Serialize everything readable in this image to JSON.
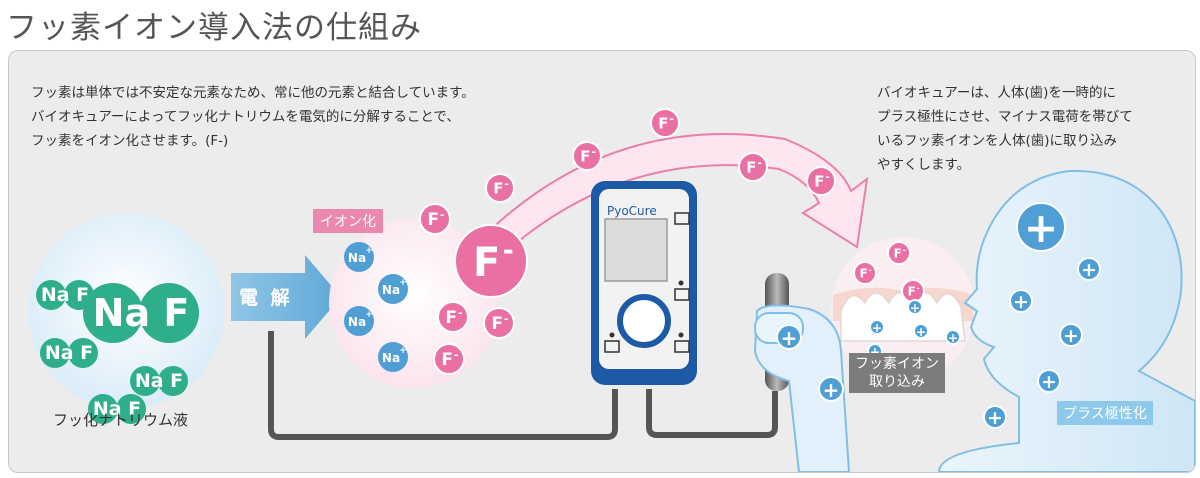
{
  "title": "フッ素イオン導入法の仕組み",
  "left_text": [
    "フッ素は単体では不安定な元素なため、常に他の元素と結合しています。",
    "バイオキュアーによってフッ化ナトリウムを電気的に分解することで、",
    "フッ素をイオン化させます。(F-)"
  ],
  "right_text": [
    "バイオキュアーは、人体(歯)を一時的に",
    "プラス極性にさせ、マイナス電荷を帯びて",
    "いるフッ素イオンを人体(歯)に取り込み",
    "やすくします。"
  ],
  "naf_label": "Na F",
  "naf_caption": "フッ化ナトリウム液",
  "electrolysis_label": "電 解",
  "ionize_label": "イオン化",
  "na_plus": {
    "base": "Na",
    "sup": "+"
  },
  "f_minus": {
    "base": "F",
    "sup": "-"
  },
  "plus_sign": "+",
  "device_brand": "PyoCure",
  "intake_label": [
    "フッ素イオン",
    "取り込み"
  ],
  "polarity_label": "プラス極性化",
  "colors": {
    "naf_green": "#2fae8c",
    "pink": "#ea6fa3",
    "light_pink": "#f7d4e4",
    "blue": "#4f9fd6",
    "light_blue": "#d6ebf8",
    "device_blue": "#1c5aa7",
    "panel_bg": "#ececec"
  }
}
